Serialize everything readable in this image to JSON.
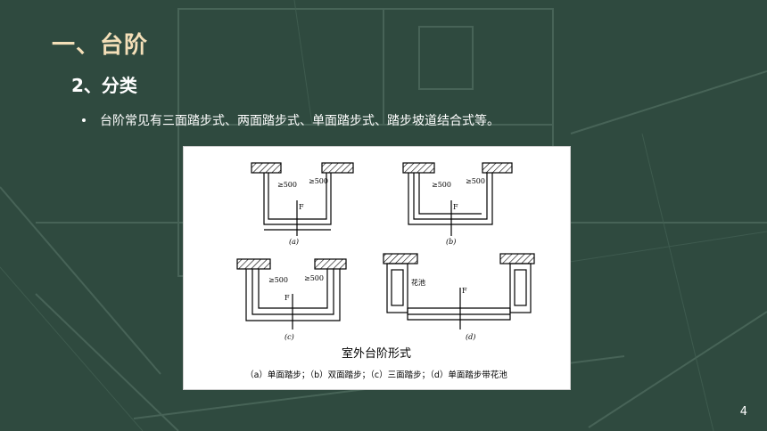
{
  "slide": {
    "title": "一、台阶",
    "subtitle": "2、分类",
    "bullet": "台阶常见有三面踏步式、两面踏步式、单面踏步式、踏步坡道结合式等。",
    "page_number": "4"
  },
  "figure": {
    "caption_title": "室外台阶形式",
    "caption_items": "（a）单面踏步；（b）双面踏步；（c）三面踏步；（d）单面踏步带花池",
    "labels": {
      "a": "(a)",
      "b": "(b)",
      "c": "(c)",
      "d": "(d)",
      "dim_500": "≥500",
      "force": "F",
      "planter": "花池"
    }
  }
}
